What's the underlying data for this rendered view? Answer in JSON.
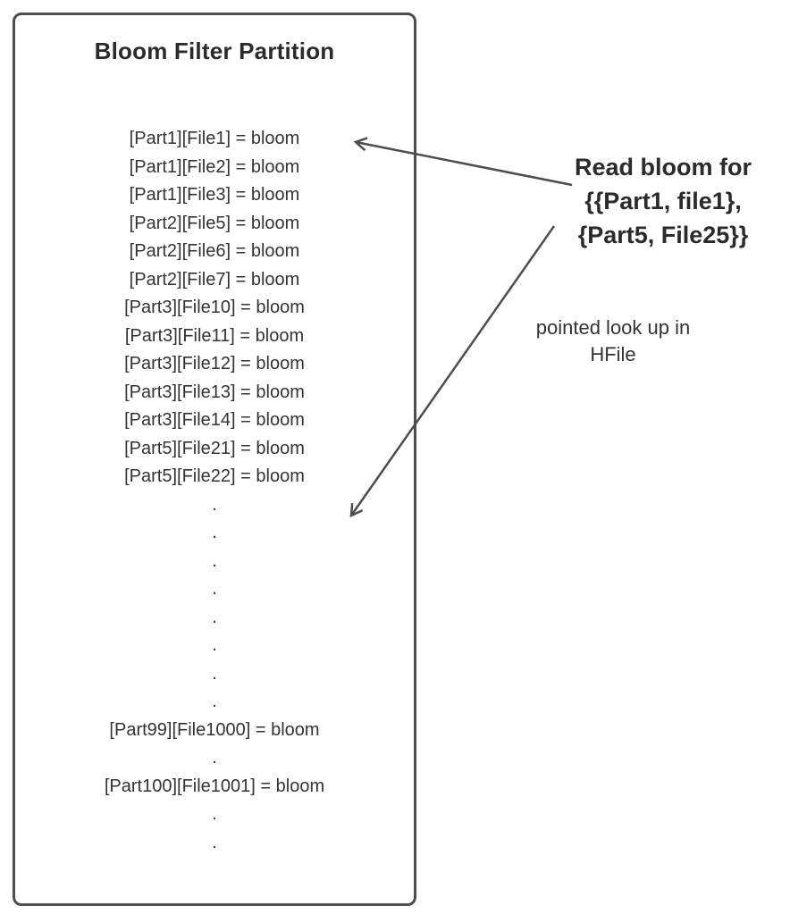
{
  "diagram": {
    "box_title": "Bloom Filter Partition",
    "entries": [
      "[Part1][File1] = bloom",
      "[Part1][File2] = bloom",
      "[Part1][File3] = bloom",
      "[Part2][File5] = bloom",
      "[Part2][File6] = bloom",
      "[Part2][File7] = bloom",
      "[Part3][File10] = bloom",
      "[Part3][File11] = bloom",
      "[Part3][File12] = bloom",
      "[Part3][File13] = bloom",
      "[Part3][File14] = bloom",
      "[Part5][File21] = bloom",
      "[Part5][File22] = bloom",
      ".",
      ".",
      ".",
      ".",
      ".",
      ".",
      ".",
      ".",
      "[Part99][File1000] = bloom",
      ".",
      "[Part100][File1001] = bloom",
      ".",
      "."
    ],
    "annotation_read": {
      "lines": {
        "0": "Read bloom for",
        "1": "{{Part1, file1},",
        "2": "{Part5, File25}}"
      }
    },
    "annotation_lookup": {
      "lines": {
        "0": "pointed look up in",
        "1": "HFile"
      }
    },
    "colors": {
      "border": "#4d4d4d",
      "text": "#333333",
      "arrow": "#4d4d4d"
    }
  }
}
